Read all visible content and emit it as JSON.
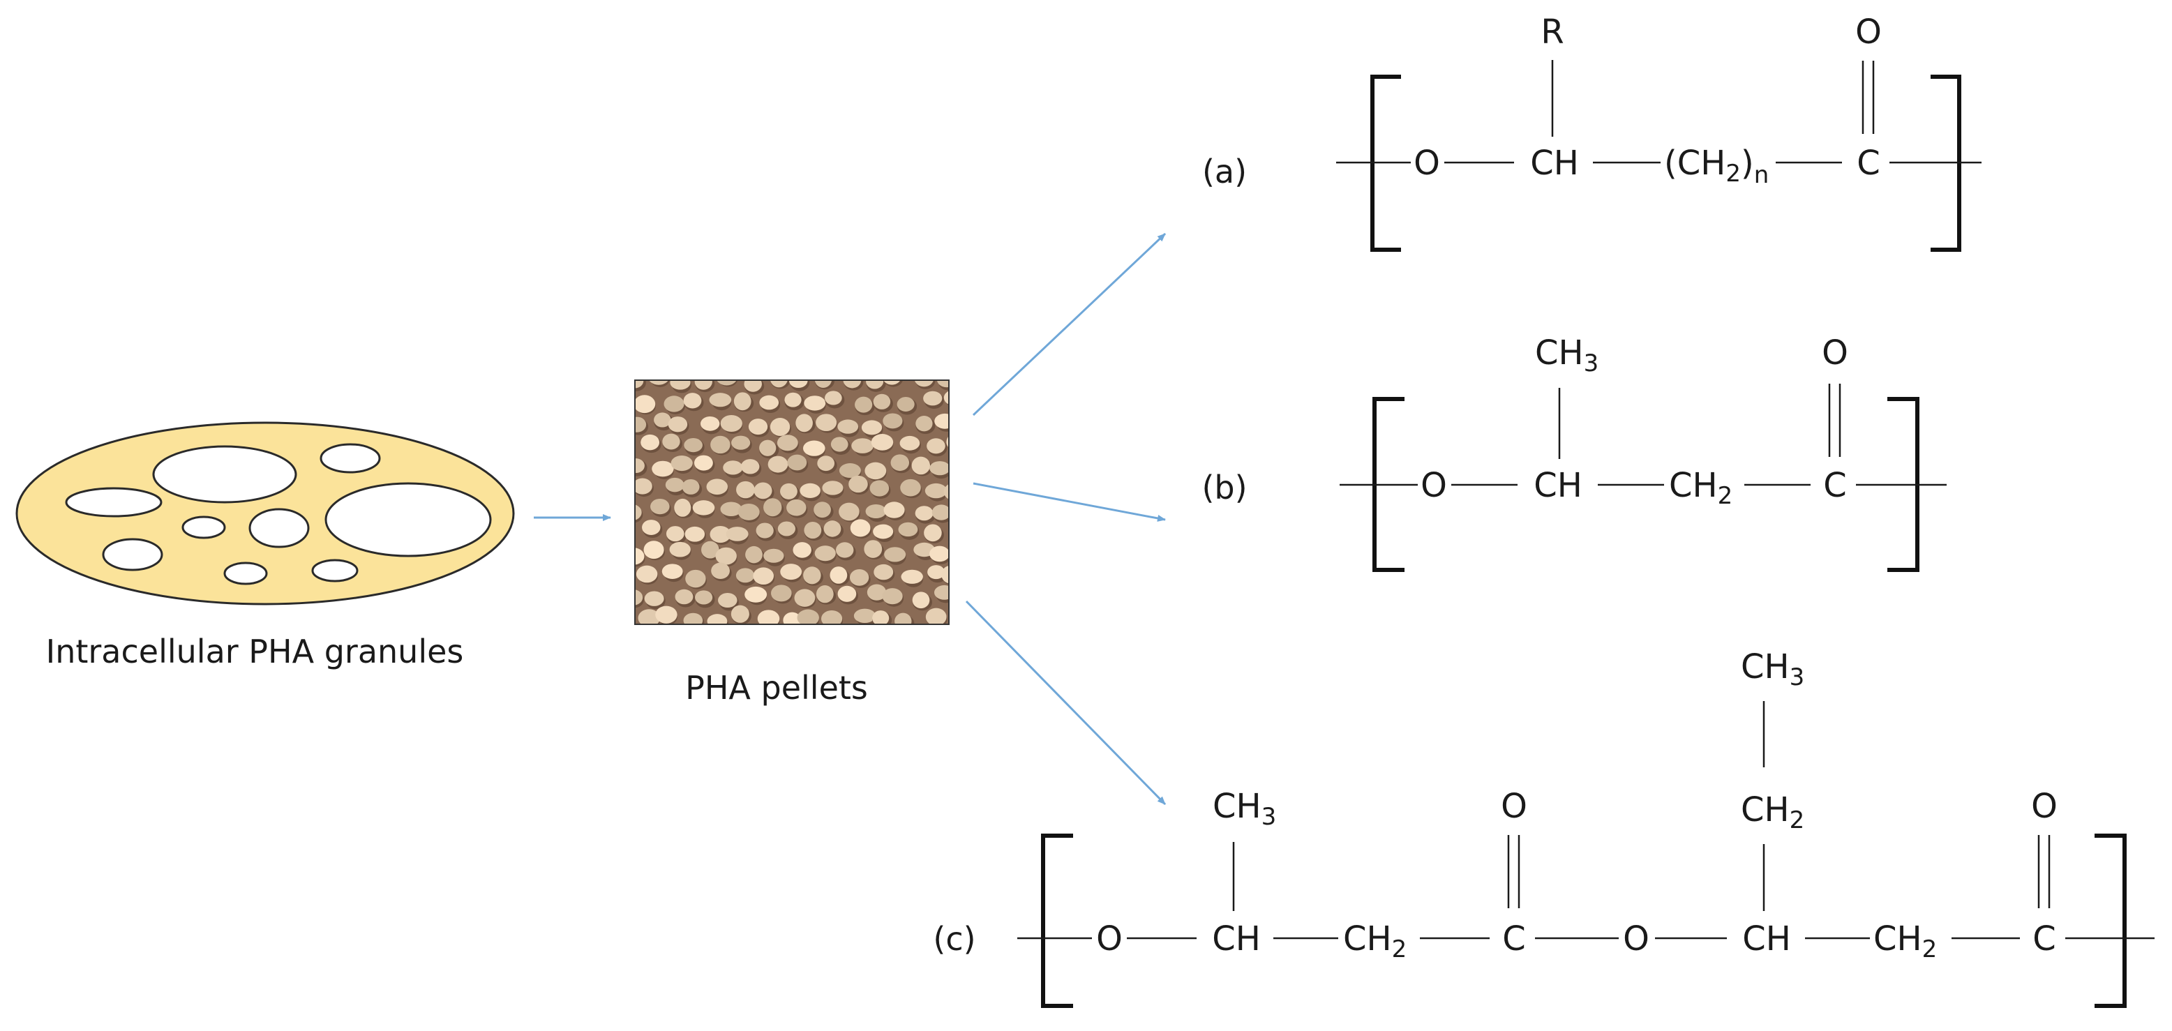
{
  "colors": {
    "cell_fill": "#fbe39a",
    "cell_stroke": "#2a2a2a",
    "arrow": "#6fa7d8",
    "pellet_background": "#8a6b55",
    "pellet": "#e8cfb0"
  },
  "labels": {
    "granules": "Intracellular PHA granules",
    "pellets": "PHA pellets",
    "a": "(a)",
    "b": "(b)",
    "c": "(c)"
  },
  "structures": {
    "a": {
      "chain": [
        "O",
        "CH",
        "(CH",
        "2",
        ")",
        "n",
        "C"
      ],
      "side_group": "R",
      "carbonyl": "O"
    },
    "b": {
      "chain": [
        "O",
        "CH",
        "CH",
        "2",
        "C"
      ],
      "side_group": "CH",
      "side_group_sub": "3",
      "carbonyl": "O"
    },
    "c": {
      "chain": [
        "O",
        "CH",
        "CH",
        "2",
        "C",
        "O",
        "CH",
        "CH",
        "2",
        "C"
      ],
      "side_group_1": "CH",
      "side_group_1_sub": "3",
      "carbonyl_1": "O",
      "side_group_2a": "CH",
      "side_group_2a_sub": "3",
      "side_group_2b": "CH",
      "side_group_2b_sub": "2",
      "carbonyl_2": "O"
    }
  }
}
